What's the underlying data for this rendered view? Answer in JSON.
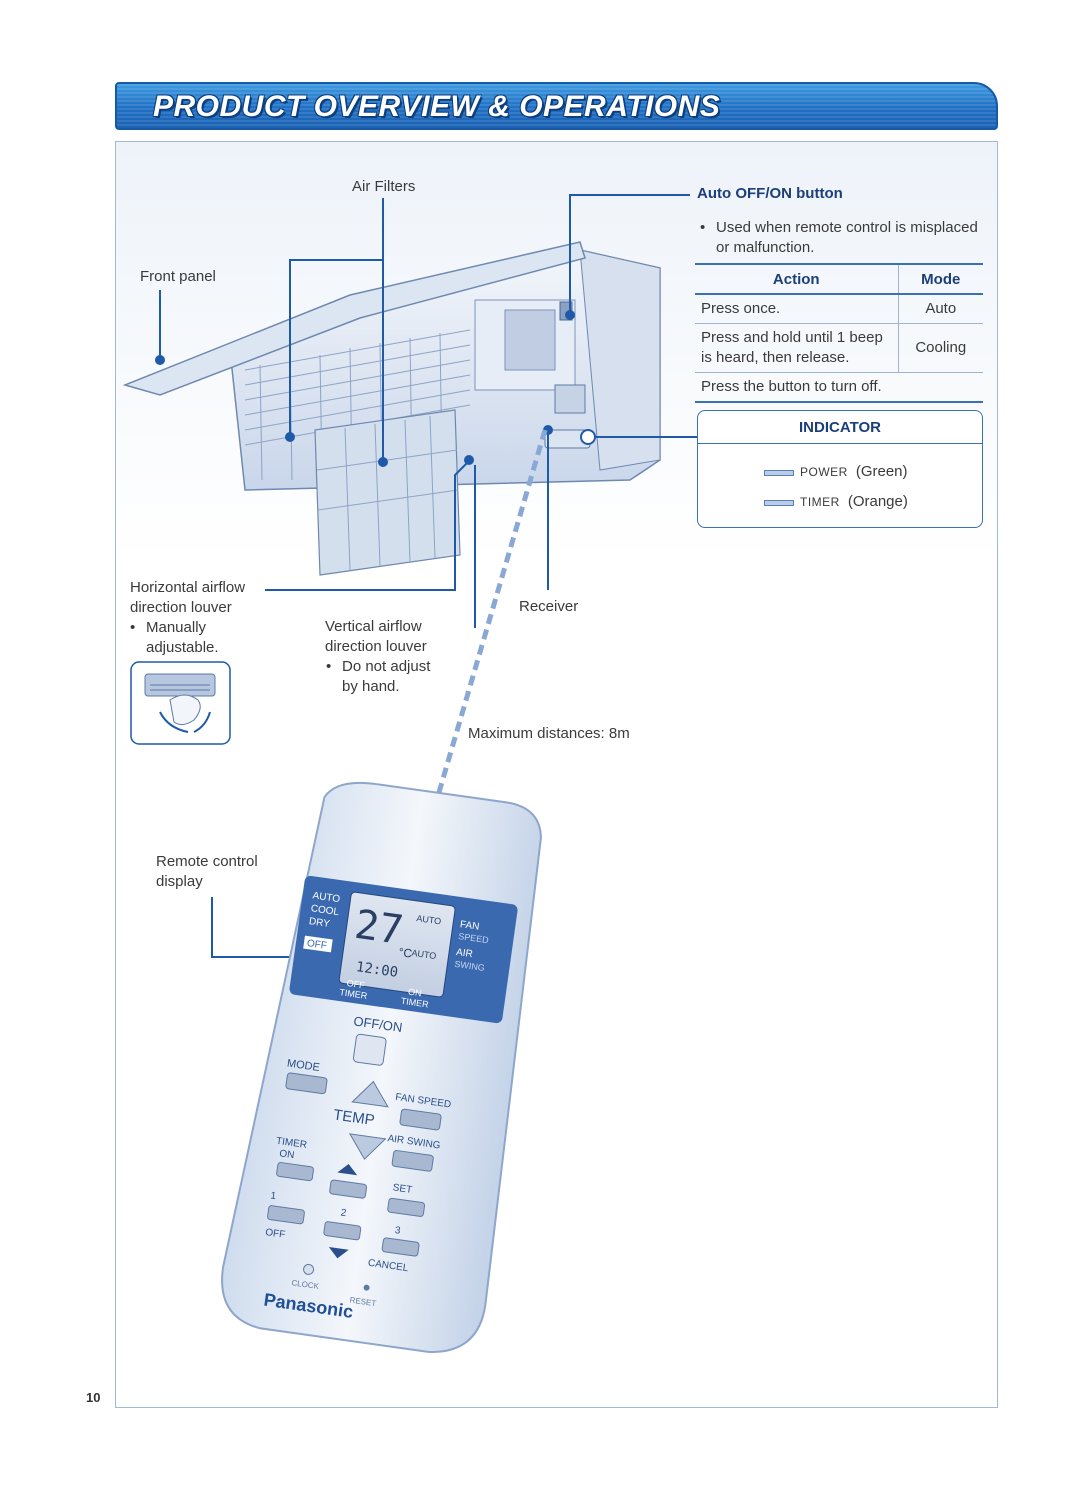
{
  "header": {
    "title": "PRODUCT OVERVIEW & OPERATIONS"
  },
  "page_number": "10",
  "labels": {
    "air_filters": "Air Filters",
    "front_panel": "Front panel",
    "horizontal_louver_line1": "Horizontal airflow",
    "horizontal_louver_line2": "direction louver",
    "horizontal_bullet_line1": "Manually",
    "horizontal_bullet_line2": "adjustable.",
    "vertical_louver_line1": "Vertical airflow",
    "vertical_louver_line2": "direction louver",
    "vertical_bullet_line1": "Do not adjust",
    "vertical_bullet_line2": "by hand.",
    "receiver": "Receiver",
    "max_distance": "Maximum distances:  8m",
    "remote_display_line1": "Remote control",
    "remote_display_line2": "display"
  },
  "auto_button": {
    "title": "Auto OFF/ON button",
    "description": "Used when remote control is misplaced or malfunction.",
    "table": {
      "headers": [
        "Action",
        "Mode"
      ],
      "rows": [
        {
          "action": "Press once.",
          "mode": "Auto"
        },
        {
          "action": "Press and hold until 1 beep is heard, then release.",
          "mode": "Cooling"
        },
        {
          "action": "Press the button to turn off.",
          "mode": ""
        }
      ]
    }
  },
  "indicator": {
    "title": "INDICATOR",
    "items": [
      {
        "name": "POWER",
        "color": "(Green)"
      },
      {
        "name": "TIMER",
        "color": "(Orange)"
      }
    ]
  },
  "remote": {
    "modes": [
      "AUTO",
      "COOL",
      "DRY"
    ],
    "temp": "27",
    "unit": "°C",
    "lcd_auto_1": "AUTO",
    "lcd_auto_2": "AUTO",
    "fan": "FAN",
    "speed": "SPEED",
    "air": "AIR",
    "swing": "SWING",
    "off_tag": "OFF",
    "clock": "12:00",
    "off_timer_1": "OFF",
    "off_timer_2": "TIMER",
    "on_timer_1": "ON",
    "on_timer_2": "TIMER",
    "offon": "OFF/ON",
    "mode_btn": "MODE",
    "fan_speed_btn": "FAN SPEED",
    "temp_btn": "TEMP",
    "air_swing_btn": "AIR SWING",
    "timer_label": "TIMER",
    "timer_on": "ON",
    "timer_off": "OFF",
    "set": "SET",
    "cancel": "CANCEL",
    "n1": "1",
    "n2": "2",
    "n3": "3",
    "clock_btn": "CLOCK",
    "reset_btn": "RESET",
    "brand": "Panasonic"
  },
  "colors": {
    "banner": "#1f6fc4",
    "accent": "#1b3f78",
    "line": "#1e5aa8"
  }
}
